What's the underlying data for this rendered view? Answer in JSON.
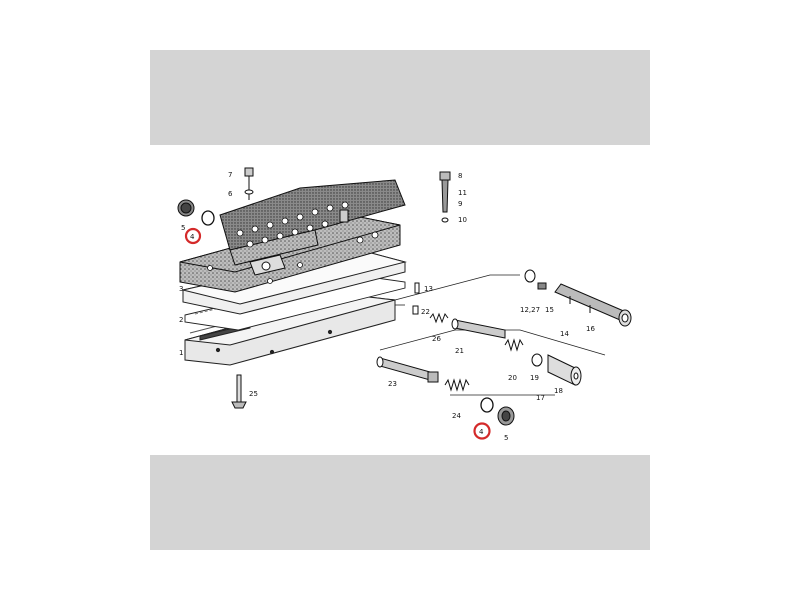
{
  "callouts": {
    "c1": "1",
    "c2": "2",
    "c3": "3",
    "c4": "4",
    "c5a": "5",
    "c5b": "5",
    "c6": "6",
    "c7": "7",
    "c8": "8",
    "c9": "9",
    "c10": "10",
    "c11": "11",
    "c12_27": "12,27",
    "c13": "13",
    "c14": "14",
    "c15": "15",
    "c16": "16",
    "c17": "17",
    "c18": "18",
    "c19": "19",
    "c20": "20",
    "c21": "21",
    "c22": "22",
    "c23": "23",
    "c24": "24",
    "c25": "25",
    "c26": "26"
  },
  "colors": {
    "highlight": "#d42a2a",
    "band": "#d4d4d4",
    "ink": "#111111"
  }
}
